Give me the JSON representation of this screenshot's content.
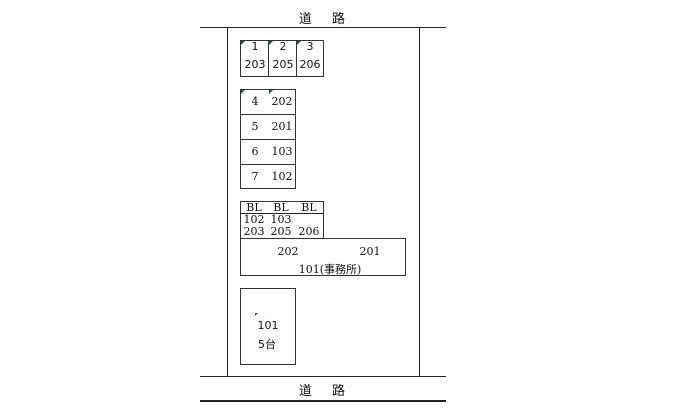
{
  "road_top": "道 路",
  "road_bottom": "道 路",
  "row1": [
    {
      "num": "1",
      "room": "203"
    },
    {
      "num": "2",
      "room": "205"
    },
    {
      "num": "3",
      "room": "206"
    }
  ],
  "column": [
    {
      "num": "4",
      "room": "202"
    },
    {
      "num": "5",
      "room": "201"
    },
    {
      "num": "6",
      "room": "103"
    },
    {
      "num": "7",
      "room": "102"
    }
  ],
  "bl": {
    "headers": [
      "BL",
      "BL",
      "BL"
    ],
    "row1": [
      "102",
      "103",
      ""
    ],
    "row2": [
      "203",
      "205",
      "206"
    ]
  },
  "building": {
    "left": "202",
    "right": "201",
    "bottom": "101(事務所)"
  },
  "lot": {
    "room": "101",
    "count": "5台"
  }
}
